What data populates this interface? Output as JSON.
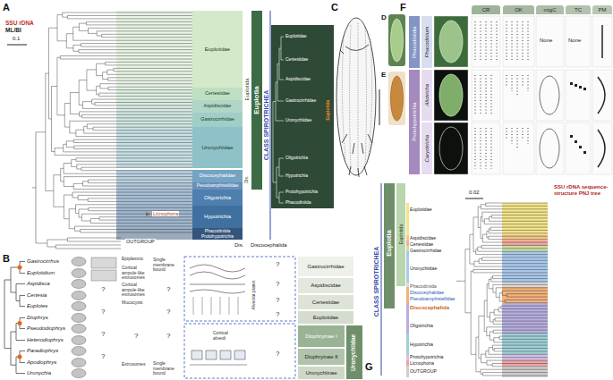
{
  "diagram": {
    "nodes": [
      {
        "text": [
          "Euplotidae"
        ]
      },
      {
        "text": [
          "Certesiidae"
        ]
      },
      {
        "text": [
          "Aspidiscidae"
        ]
      },
      {
        "text": [
          "Gastrocirrhidae"
        ]
      },
      {
        "text": [
          "Uronychiidae"
        ]
      },
      {
        "text": [
          "Discocephalidae"
        ]
      },
      {
        "text": [
          "Pseudoamphisiellidae"
        ]
      },
      {
        "text": [
          "Oligotrichia"
        ]
      },
      {
        "text": [
          "Hypotrichia"
        ]
      },
      {
        "text": [
          "Phacodiniida",
          "Protohypotrichia"
        ]
      },
      {
        "text": [
          "Euplotidae",
          "Certesiidae",
          "Aspidiscidae",
          "Gastrocirrhidae",
          "Uronychiidae",
          "Euplotida",
          "Oligotrichia",
          "Hypotrichia",
          "Protohypotrichia",
          "Phacodiniida"
        ]
      },
      {
        "text": [
          "CR"
        ]
      },
      {
        "text": [
          "OK"
        ]
      },
      {
        "text": [
          "migC"
        ]
      },
      {
        "text": [
          "TC"
        ]
      },
      {
        "text": [
          "PM"
        ]
      },
      {
        "text": [
          "Phacodiniidia"
        ]
      },
      {
        "text": [
          "Protohypotrichia"
        ]
      },
      {
        "text": [
          "Phacodinium"
        ]
      },
      {
        "text": [
          "Aliotricha"
        ]
      },
      {
        "text": [
          "Caryotricha"
        ]
      },
      {
        "text": [
          "Gastrocirrhidae"
        ]
      },
      {
        "text": [
          "Aspidiscidae"
        ]
      },
      {
        "text": [
          "Certesiidae"
        ]
      },
      {
        "text": [
          "Euplotidae"
        ]
      },
      {
        "text": [
          "Diophryinae I"
        ]
      },
      {
        "text": [
          "Diophryinae II"
        ]
      },
      {
        "text": [
          "Uronychiinae"
        ]
      },
      {
        "text": [
          "Uronychiidae"
        ]
      }
    ],
    "labels": [
      "A",
      "SSU rDNA",
      "ML/BI",
      "0.1",
      "Licnophoria",
      "OUTGROUP",
      "Euplotida",
      "Dis.",
      "Euplotia",
      "CLASS SPIROTRICHEA",
      "Dis.",
      "Discocephalida",
      "B",
      "Gastrocirrhus",
      "Euplotidium",
      "Aspidisca",
      "Certesia",
      "Euplotes",
      "Diophrys",
      "Pseudodiophrys",
      "Heterodiophrys",
      "Paradiophrys",
      "Apodiophrys",
      "Uronychia",
      "Epiplasmic",
      "Cortical ampule-like extrusomes",
      "Cortical ampule-like extrusomes",
      "Mucocysts",
      "Extrusomes",
      "Single membrane bound",
      "Single membrane bound",
      "Alveolar plates",
      "Cortical alveoli",
      "?",
      "?",
      "?",
      "?",
      "?",
      "?",
      "?",
      "?",
      "?",
      "?",
      "?",
      "?",
      "?",
      "C",
      "D",
      "E",
      "F",
      "None",
      "None",
      "G",
      "SSU rDNA sequence-structure PNJ tree",
      "0.02",
      "Euplotidae",
      "Aspidiscidae",
      "Certesiidae",
      "Gastrocirrhidae",
      "Uronychiidae",
      "Phacodiniida",
      "Discocephalidae",
      "Pseudoamphisiellidae",
      "Discocephalida",
      "Oligotrichia",
      "Hypotrichia",
      "Protohypotrichia",
      "Licnophoria",
      "OUTGROUP",
      "Euplotida",
      "Euplotia",
      "CLASS SPIROTRICHEA"
    ]
  }
}
